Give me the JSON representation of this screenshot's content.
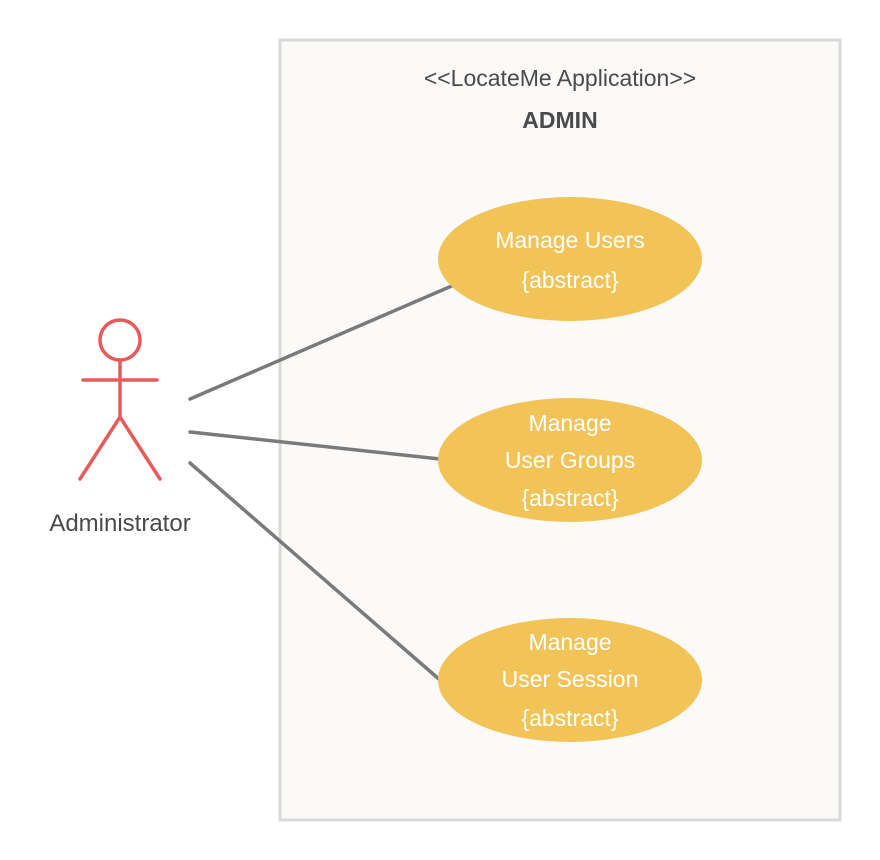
{
  "system": {
    "stereotype": "<<LocateMe Application>>",
    "title": "ADMIN"
  },
  "actor": {
    "label": "Administrator"
  },
  "use_cases": [
    {
      "lines": [
        "Manage Users",
        "{abstract}"
      ]
    },
    {
      "lines": [
        "Manage",
        "User Groups",
        "{abstract}"
      ]
    },
    {
      "lines": [
        "Manage",
        "User Session",
        "{abstract}"
      ]
    }
  ],
  "colors": {
    "use_case_fill": "#f2c458",
    "actor_stroke": "#e85a5a",
    "association_stroke": "#7a7a7a",
    "boundary_fill": "#fbfaf9",
    "boundary_stroke": "#d9d9d9"
  }
}
